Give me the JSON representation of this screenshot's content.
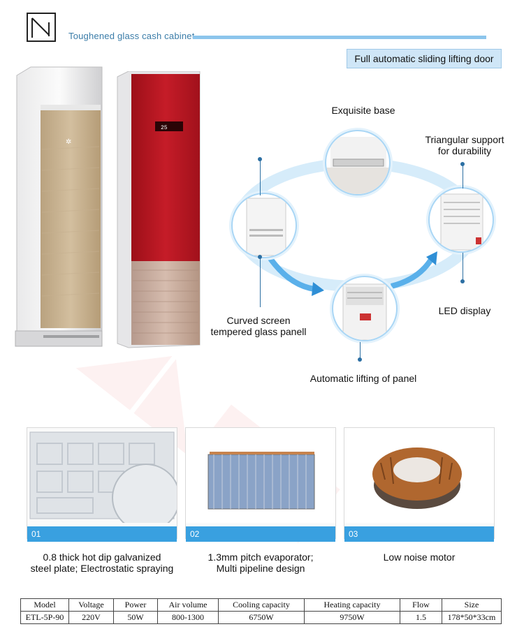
{
  "header": {
    "title": "Toughened glass cash cabinet",
    "tag": "Full automatic sliding lifting door"
  },
  "features_top": {
    "exquisite_base": "Exquisite base",
    "triangular_support": [
      "Triangular support",
      "for durability"
    ],
    "curved_screen": [
      "Curved screen",
      "tempered glass panell"
    ],
    "led_display": "LED display",
    "automatic_lifting": "Automatic lifting of panel"
  },
  "features": [
    {
      "num": "01",
      "text": [
        "0.8 thick hot dip galvanized",
        "steel plate; Electrostatic spraying"
      ]
    },
    {
      "num": "02",
      "text": [
        "1.3mm pitch evaporator;",
        "Multi pipeline design"
      ]
    },
    {
      "num": "03",
      "text": [
        "Low noise motor"
      ]
    }
  ],
  "spec_table": {
    "headers": [
      "Model",
      "Voltage",
      "Power",
      "Air volume",
      "Cooling capacity",
      "Heating capacity",
      "Flow",
      "Size"
    ],
    "row": [
      "ETL-5P-90",
      "220V",
      "50W",
      "800-1300",
      "6750W",
      "9750W",
      "1.5",
      "178*50*33cm"
    ]
  },
  "colors": {
    "accent": "#39a0e0",
    "ring": "#a9d6f5",
    "tag_bg": "#cfe6f7",
    "red_panel": "#b5141f",
    "gold_panel": "#c9b394"
  }
}
